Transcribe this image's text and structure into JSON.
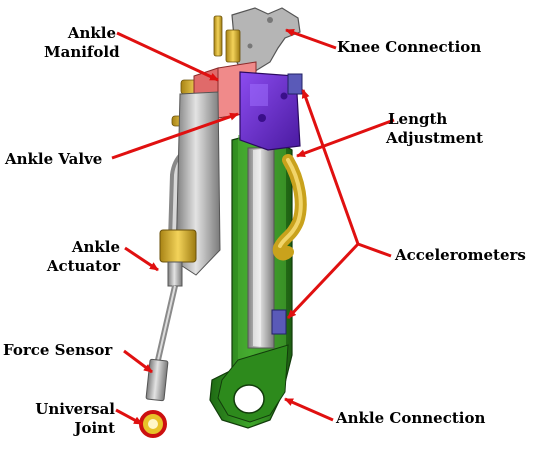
{
  "labels": {
    "ankle_manifold": [
      "Ankle",
      "Manifold"
    ],
    "ankle_valve": "Ankle Valve",
    "ankle_actuator": [
      "Ankle",
      "Actuator"
    ],
    "force_sensor": "Force Sensor",
    "universal_joint": [
      "Universal",
      "Joint"
    ],
    "knee_connection": "Knee Connection",
    "length_adjustment": [
      "Length",
      "Adjustment"
    ],
    "accelerometers": "Accelerometers",
    "ankle_connection": "Ankle Connection"
  },
  "colors": {
    "arrow": "#e01010",
    "frame_green": "#2f8a1f",
    "manifold_purple": "#6a2ad0",
    "valve_pink": "#f08a8a",
    "brass": "#d9b52a",
    "steel": "#a8a8a8",
    "accelerometer_blue": "#5a5ab8"
  }
}
